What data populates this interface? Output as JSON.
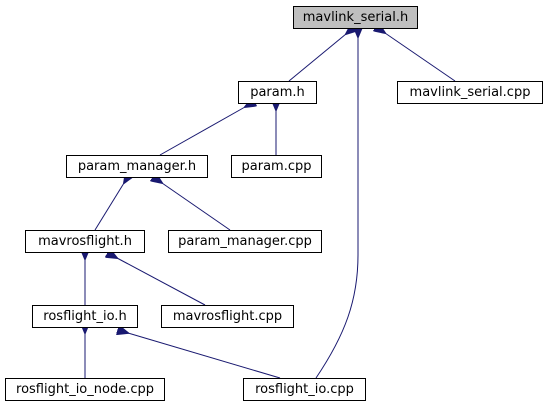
{
  "graph": {
    "title": "mavlink_serial.h",
    "colors": {
      "edge": "#191970",
      "root_fill": "#bfbfbf",
      "node_fill": "#ffffff",
      "node_border": "#000000"
    },
    "nodes": [
      {
        "id": "mavlink_serial_h",
        "label": "mavlink_serial.h",
        "root": true
      },
      {
        "id": "param_h",
        "label": "param.h"
      },
      {
        "id": "mavlink_serial_cpp",
        "label": "mavlink_serial.cpp"
      },
      {
        "id": "param_manager_h",
        "label": "param_manager.h"
      },
      {
        "id": "param_cpp",
        "label": "param.cpp"
      },
      {
        "id": "mavrosflight_h",
        "label": "mavrosflight.h"
      },
      {
        "id": "param_manager_cpp",
        "label": "param_manager.cpp"
      },
      {
        "id": "rosflight_io_h",
        "label": "rosflight_io.h"
      },
      {
        "id": "mavrosflight_cpp",
        "label": "mavrosflight.cpp"
      },
      {
        "id": "rosflight_io_node_cpp",
        "label": "rosflight_io_node.cpp"
      },
      {
        "id": "rosflight_io_cpp",
        "label": "rosflight_io.cpp"
      }
    ],
    "edges": [
      {
        "from": "param_h",
        "to": "mavlink_serial_h"
      },
      {
        "from": "mavlink_serial_cpp",
        "to": "mavlink_serial_h"
      },
      {
        "from": "rosflight_io_cpp",
        "to": "mavlink_serial_h"
      },
      {
        "from": "param_manager_h",
        "to": "param_h"
      },
      {
        "from": "param_cpp",
        "to": "param_h"
      },
      {
        "from": "mavrosflight_h",
        "to": "param_manager_h"
      },
      {
        "from": "param_manager_cpp",
        "to": "param_manager_h"
      },
      {
        "from": "rosflight_io_h",
        "to": "mavrosflight_h"
      },
      {
        "from": "mavrosflight_cpp",
        "to": "mavrosflight_h"
      },
      {
        "from": "rosflight_io_node_cpp",
        "to": "rosflight_io_h"
      },
      {
        "from": "rosflight_io_cpp",
        "to": "rosflight_io_h"
      }
    ]
  }
}
